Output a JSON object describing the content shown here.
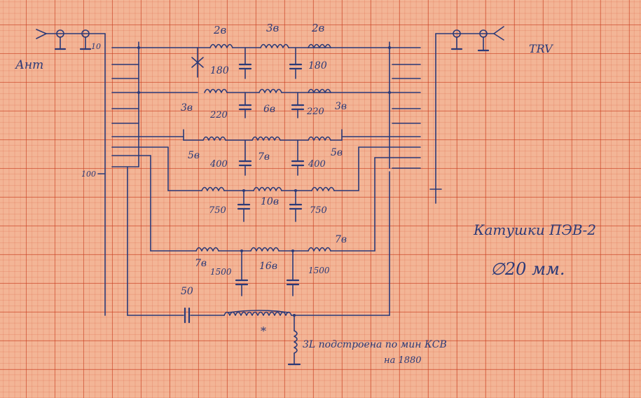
{
  "labels": {
    "ant": "Ант",
    "trv": "TRV",
    "impedance_10": "10",
    "impedance_100": "100",
    "coil_top_left": "2в",
    "coil_top_mid": "3в",
    "coil_top_right": "2в",
    "cap_top_left": "180",
    "cap_top_right": "180",
    "coil_b2_left": "3в",
    "coil_b2_mid": "6в",
    "coil_b2_right": "3в",
    "cap_b2_left": "220",
    "cap_b2_right": "220",
    "coil_b3_left": "5в",
    "coil_b3_mid": "7в",
    "coil_b3_right": "5в",
    "cap_b3_left": "400",
    "cap_b3_right": "400",
    "coil_b4_mid": "10в",
    "cap_b4_left": "750",
    "cap_b4_right": "750",
    "coil_b5_left": "7в",
    "coil_b5_mid": "16в",
    "coil_b5_right": "7в",
    "cap_b5_left": "1500",
    "cap_b5_right": "1500",
    "cap_series": "50",
    "asterisk": "*",
    "note_inductor": "3L подстроена по мин КСВ",
    "note_freq": "на 1880",
    "note_coils": "Катушки ПЭВ-2",
    "note_diameter": "∅20 мм."
  }
}
